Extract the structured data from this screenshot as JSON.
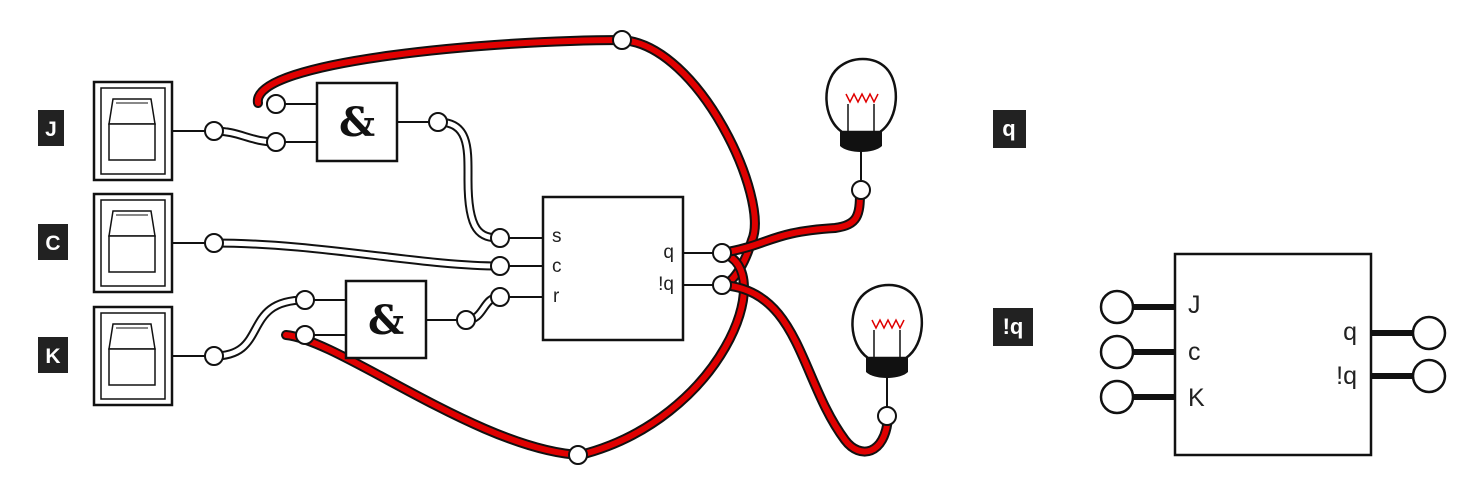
{
  "inputs": {
    "j_label": "J",
    "c_label": "C",
    "k_label": "K"
  },
  "outputs": {
    "q_label": "q",
    "nq_label": "!q"
  },
  "gates": {
    "upper_and_symbol": "&",
    "lower_and_symbol": "&"
  },
  "flipflop": {
    "pin_s": "s",
    "pin_c": "c",
    "pin_r": "r",
    "pin_q": "q",
    "pin_nq": "!q"
  },
  "component": {
    "pin_j": "J",
    "pin_c": "c",
    "pin_k": "K",
    "pin_q": "q",
    "pin_nq": "!q"
  },
  "colors": {
    "active_wire": "#e00000",
    "inactive_wire": "#ffffff",
    "outline": "#111111",
    "label_bg": "#222222",
    "filament": "#e00000"
  },
  "icons": {
    "switch": "toggle-switch-icon",
    "lamp": "light-bulb-icon"
  }
}
